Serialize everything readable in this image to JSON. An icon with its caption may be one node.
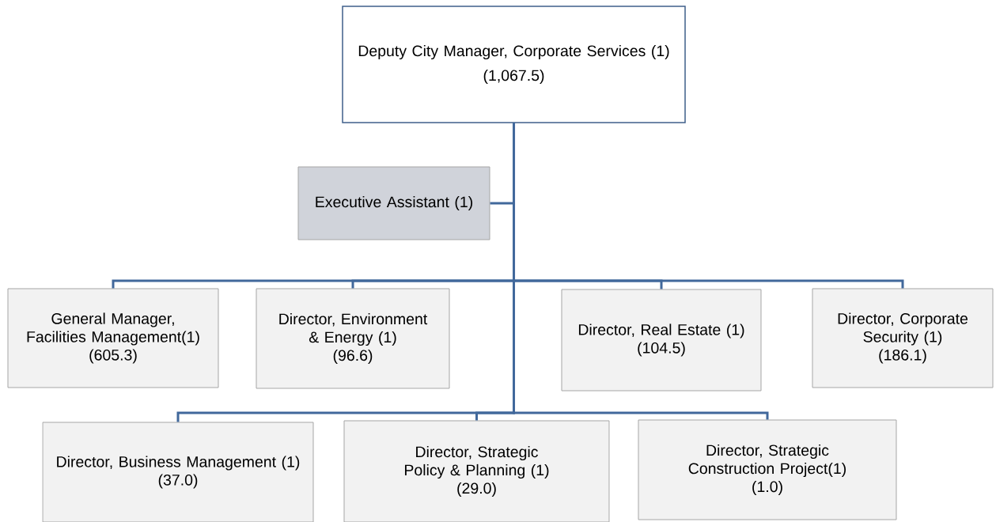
{
  "diagram": {
    "nodes": [
      {
        "text": [
          "Deputy City Manager, Corporate Services (1)",
          "(1,067.5)"
        ]
      },
      {
        "text": [
          "Executive Assistant (1)"
        ]
      },
      {
        "text": [
          "General Manager, Facilities Management(1)",
          "(605.3)"
        ]
      },
      {
        "text": [
          "Director, Environment & Energy (1)",
          "(96.6)"
        ]
      },
      {
        "text": [
          "Director, Real Estate (1)",
          "(104.5)"
        ]
      },
      {
        "text": [
          "Director, Corporate Security (1)",
          "(186.1)"
        ]
      },
      {
        "text": [
          "Director, Business Management (1)",
          "(37.0)"
        ]
      },
      {
        "text": [
          "Director, Strategic Policy & Planning (1)",
          "(29.0)"
        ]
      },
      {
        "text": [
          "Director, Strategic Construction Project(1)",
          "(1.0)"
        ]
      }
    ],
    "edges": [
      {
        "from": 0,
        "to": 1,
        "arrow": "none"
      },
      {
        "from": 0,
        "to": 2,
        "arrow": "none"
      },
      {
        "from": 0,
        "to": 3,
        "arrow": "none"
      },
      {
        "from": 0,
        "to": 4,
        "arrow": "none"
      },
      {
        "from": 0,
        "to": 5,
        "arrow": "none"
      },
      {
        "from": 0,
        "to": 6,
        "arrow": "none"
      },
      {
        "from": 0,
        "to": 7,
        "arrow": "none"
      },
      {
        "from": 0,
        "to": 8,
        "arrow": "none"
      }
    ]
  }
}
